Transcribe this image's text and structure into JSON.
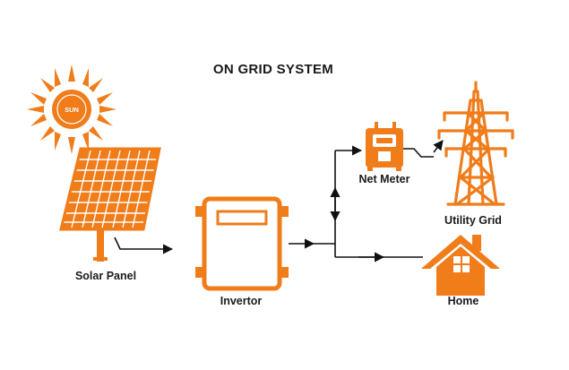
{
  "title": "ON GRID SYSTEM",
  "sun": {
    "label": "SUN"
  },
  "labels": {
    "solar_panel": "Solar Panel",
    "invertor": "Invertor",
    "net_meter": "Net Meter",
    "utility_grid": "Utility Grid",
    "home": "Home"
  },
  "colors": {
    "accent": "#f07c1a",
    "line": "#111111",
    "text": "#1a1a1a"
  }
}
